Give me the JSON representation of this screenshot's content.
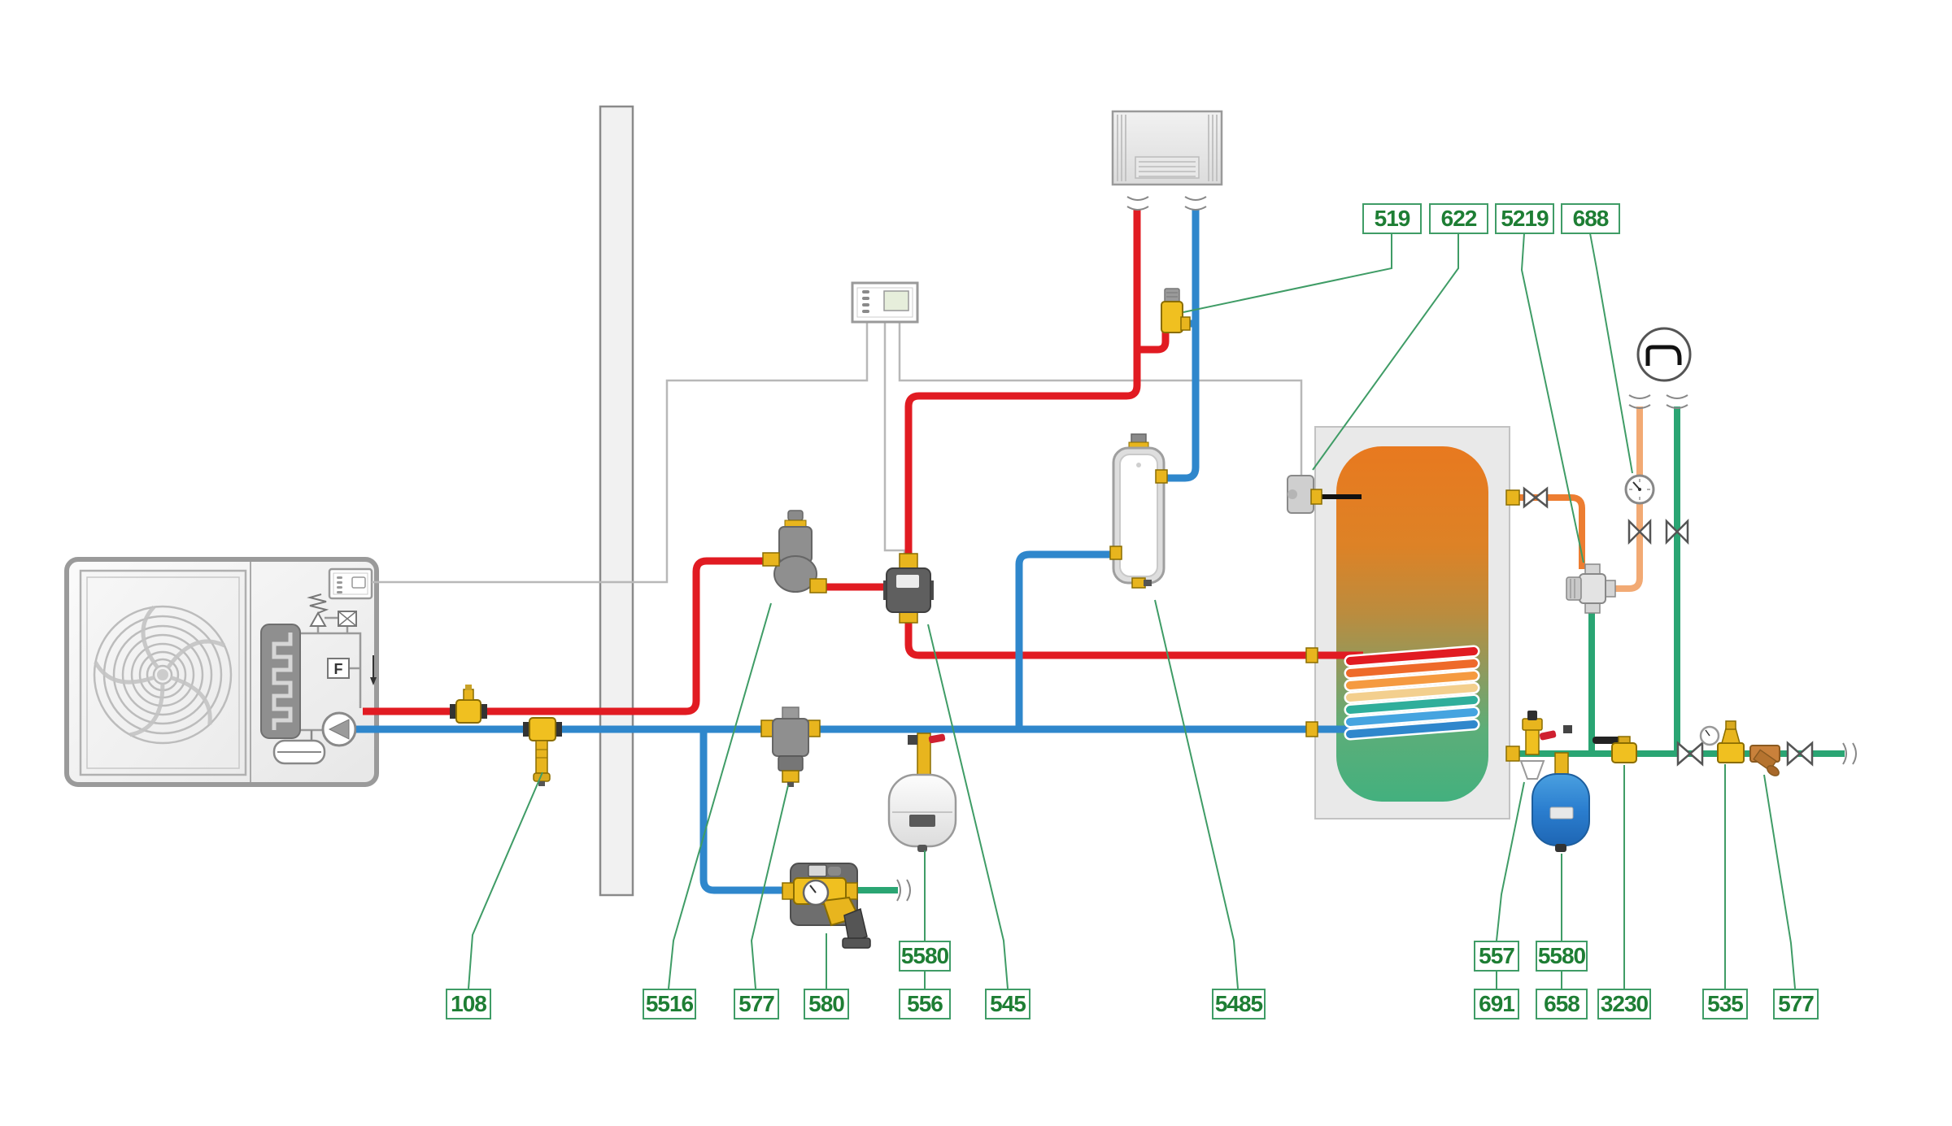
{
  "labels": {
    "top": [
      {
        "text": "519"
      },
      {
        "text": "622"
      },
      {
        "text": "5219"
      },
      {
        "text": "688"
      }
    ],
    "bottom_left": [
      {
        "text": "108"
      },
      {
        "text": "5516"
      },
      {
        "text": "577"
      },
      {
        "text": "580"
      },
      {
        "text": "5580"
      },
      {
        "text": "556"
      },
      {
        "text": "545"
      },
      {
        "text": "5485"
      }
    ],
    "bottom_right": [
      {
        "text": "557"
      },
      {
        "text": "5580"
      },
      {
        "text": "691"
      },
      {
        "text": "658"
      },
      {
        "text": "3230"
      },
      {
        "text": "535"
      },
      {
        "text": "577"
      }
    ]
  },
  "heat_pump": {
    "filter_label": "F"
  },
  "icons": {
    "tap": "faucet-in-circle",
    "pump": "triangle-in-circle",
    "safety_valve": "spring-over-triangle",
    "solenoid_valve": "boxed-x",
    "filter": "F-box",
    "pressure_gauge": "dial-with-needle",
    "shutoff_valve": "bowtie",
    "fan": "concentric-swirl"
  },
  "colors": {
    "heating_flow": "#e11b22",
    "heating_return": "#2f87cc",
    "cold_water": "#2aa573",
    "dhw_hot": "#ed7d31",
    "dhw_mixed": "#f2aa74",
    "label_green": "#1e7e34",
    "label_border": "#3f9c66",
    "wire_gray": "#b8b8b8"
  }
}
